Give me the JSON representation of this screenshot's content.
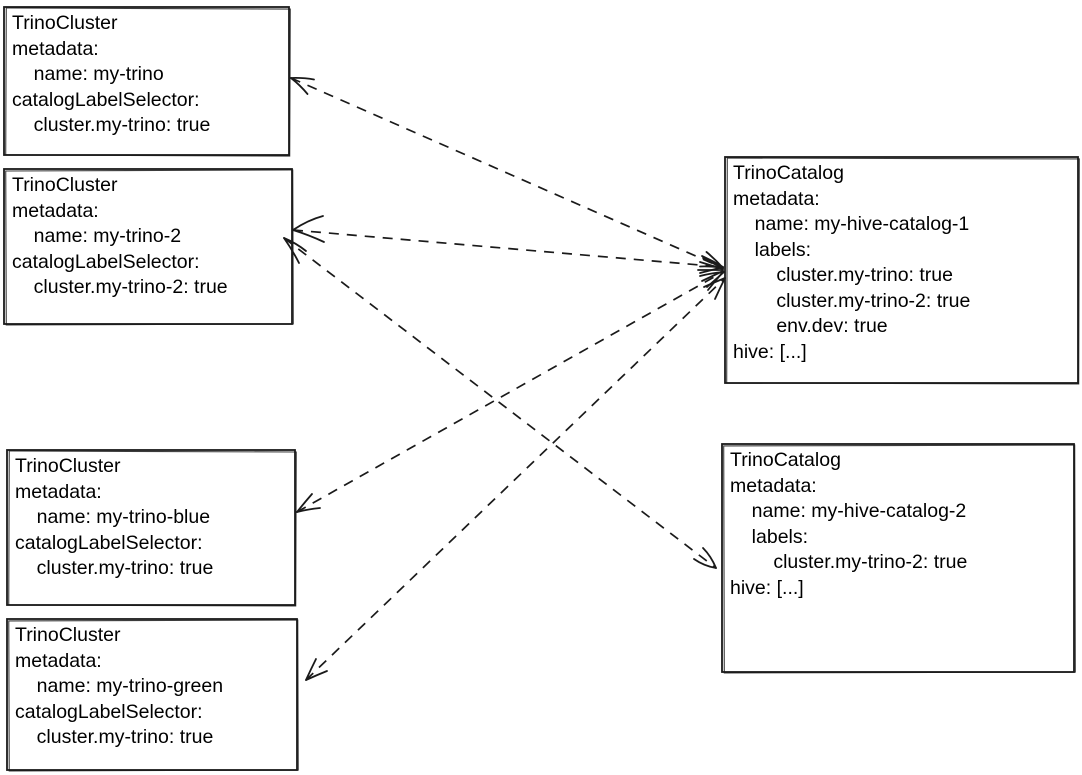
{
  "colors": {
    "background": "#ffffff",
    "stroke": "#1a1a1a",
    "text": "#000000"
  },
  "nodes": [
    {
      "id": "trino-cluster-my-trino",
      "kind": "TrinoCluster",
      "lines": [
        "TrinoCluster",
        "metadata:",
        "    name: my-trino",
        "catalogLabelSelector:",
        "    cluster.my-trino: true"
      ]
    },
    {
      "id": "trino-cluster-my-trino-2",
      "kind": "TrinoCluster",
      "lines": [
        "TrinoCluster",
        "metadata:",
        "    name: my-trino-2",
        "catalogLabelSelector:",
        "    cluster.my-trino-2: true"
      ]
    },
    {
      "id": "trino-cluster-my-trino-blue",
      "kind": "TrinoCluster",
      "lines": [
        "TrinoCluster",
        "metadata:",
        "    name: my-trino-blue",
        "catalogLabelSelector:",
        "    cluster.my-trino: true"
      ]
    },
    {
      "id": "trino-cluster-my-trino-green",
      "kind": "TrinoCluster",
      "lines": [
        "TrinoCluster",
        "metadata:",
        "    name: my-trino-green",
        "catalogLabelSelector:",
        "    cluster.my-trino: true"
      ]
    },
    {
      "id": "trino-catalog-my-hive-catalog-1",
      "kind": "TrinoCatalog",
      "lines": [
        "TrinoCatalog",
        "metadata:",
        "    name: my-hive-catalog-1",
        "    labels:",
        "        cluster.my-trino: true",
        "        cluster.my-trino-2: true",
        "        env.dev: true",
        "hive: [...]"
      ]
    },
    {
      "id": "trino-catalog-my-hive-catalog-2",
      "kind": "TrinoCatalog",
      "lines": [
        "TrinoCatalog",
        "metadata:",
        "    name: my-hive-catalog-2",
        "    labels:",
        "        cluster.my-trino-2: true",
        "hive: [...]"
      ]
    }
  ],
  "edges": [
    {
      "from": "trino-catalog-my-hive-catalog-1",
      "to": "trino-cluster-my-trino",
      "style": "dashed",
      "arrowheads": "both"
    },
    {
      "from": "trino-catalog-my-hive-catalog-1",
      "to": "trino-cluster-my-trino-2",
      "style": "dashed",
      "arrowheads": "both"
    },
    {
      "from": "trino-catalog-my-hive-catalog-1",
      "to": "trino-cluster-my-trino-blue",
      "style": "dashed",
      "arrowheads": "both"
    },
    {
      "from": "trino-catalog-my-hive-catalog-1",
      "to": "trino-cluster-my-trino-green",
      "style": "dashed",
      "arrowheads": "both"
    },
    {
      "from": "trino-catalog-my-hive-catalog-2",
      "to": "trino-cluster-my-trino-2",
      "style": "dashed",
      "arrowheads": "both"
    }
  ]
}
